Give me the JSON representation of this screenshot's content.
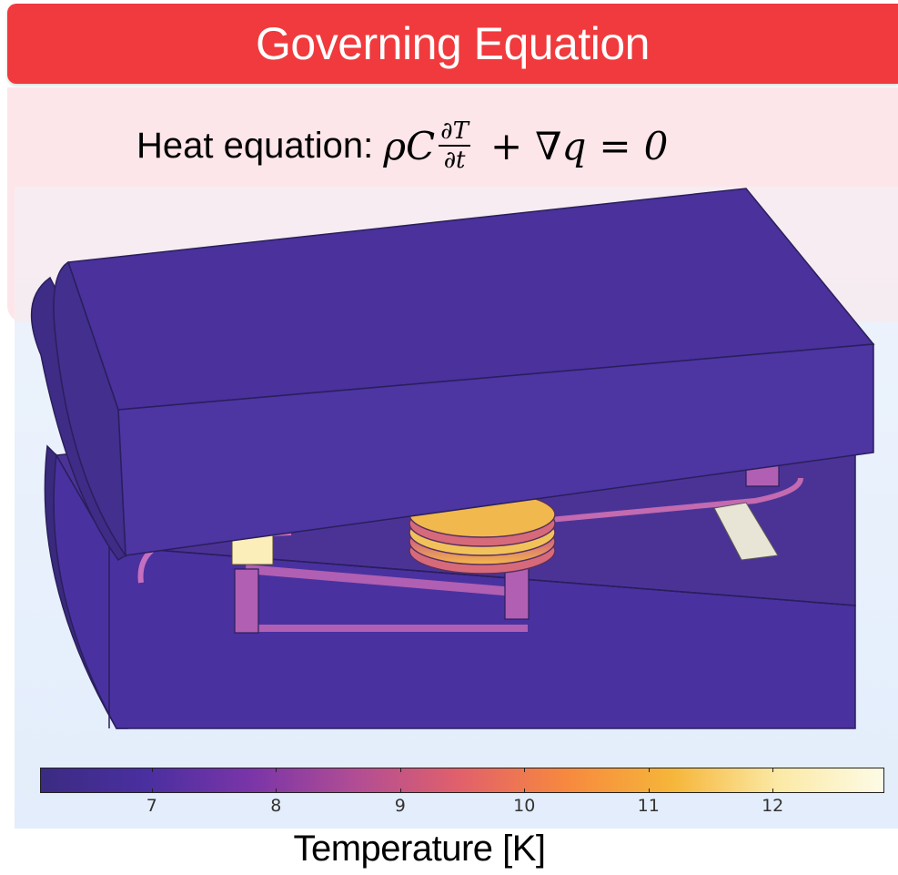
{
  "title": "Governing Equation",
  "equation": {
    "label": "Heat equation: ",
    "lhs": "ρC",
    "frac_num": "∂T",
    "frac_den": "∂t",
    "plus": "+",
    "grad_term": "∇q",
    "equals": "=",
    "rhs": "0"
  },
  "colorbar": {
    "title": "Temperature [K]",
    "min": 6.1,
    "max": 12.9,
    "ticks": [
      "7",
      "8",
      "9",
      "10",
      "11",
      "12"
    ],
    "colormap_stops": [
      "#3b2b82",
      "#4a2fa0",
      "#7a35a8",
      "#b24d94",
      "#e2616a",
      "#f7893e",
      "#f6b63a",
      "#fbe9a5",
      "#fdfbe6"
    ]
  },
  "colors": {
    "banner": "#f03a3d",
    "equation_background": "#fde6ea",
    "scene_background": "#e9f1fc"
  }
}
